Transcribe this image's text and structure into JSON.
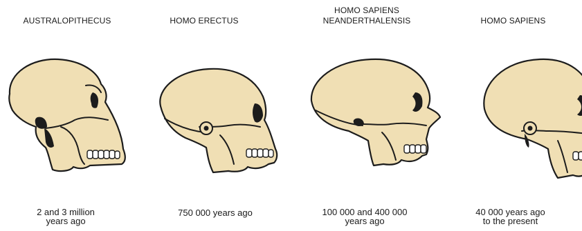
{
  "skulls": [
    {
      "title": [
        "AUSTRALOPITHECUS"
      ],
      "caption": [
        "2 and 3 million",
        "years ago"
      ],
      "icon": "australopithecus-skull-icon"
    },
    {
      "title": [
        "HOMO ERECTUS"
      ],
      "caption": [
        "750 000 years ago"
      ],
      "icon": "homo-erectus-skull-icon"
    },
    {
      "title": [
        "HOMO SAPIENS",
        "NEANDERTHALENSIS"
      ],
      "caption": [
        "100 000 and 400 000",
        "years ago"
      ],
      "icon": "neanderthal-skull-icon"
    },
    {
      "title": [
        "HOMO SAPIENS"
      ],
      "caption": [
        "40 000 years ago",
        "to the present"
      ],
      "icon": "homo-sapiens-skull-icon"
    }
  ],
  "colors": {
    "bone": "#f0dfb4",
    "outline": "#1c1c1c",
    "background": "#ffffff"
  }
}
